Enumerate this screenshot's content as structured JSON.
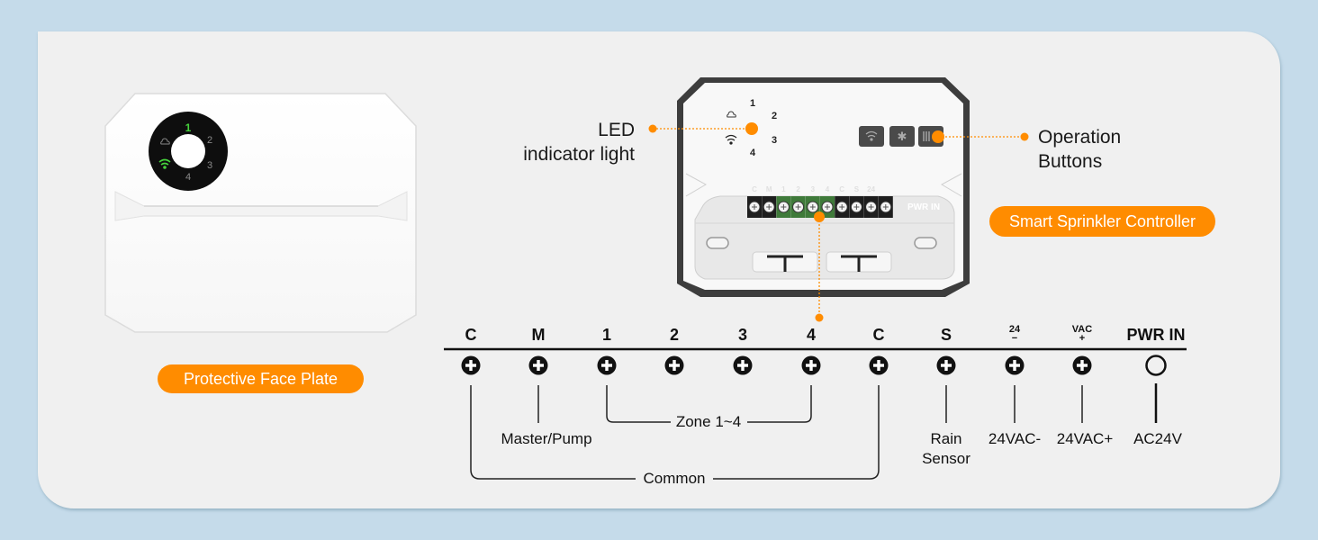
{
  "faceplate": {
    "label": "Protective Face Plate",
    "ring_numbers": [
      "1",
      "2",
      "3",
      "4"
    ],
    "active_color": "#46d23c"
  },
  "controller": {
    "label": "Smart Sprinkler Controller",
    "led_numbers": [
      "1",
      "2",
      "3",
      "4"
    ],
    "pwr_in_text": "PWR IN",
    "buttons": [
      {
        "name": "wifi-button",
        "icon": "wifi-icon"
      },
      {
        "name": "settings-button",
        "icon": "gear-icon"
      },
      {
        "name": "run-button",
        "icon": "play-skip-icon"
      }
    ]
  },
  "callouts": {
    "led_line1": "LED",
    "led_line2": "indicator light",
    "ops_line1": "Operation",
    "ops_line2": "Buttons"
  },
  "terminals": [
    {
      "label": "C",
      "sub": "",
      "type": "screw"
    },
    {
      "label": "M",
      "sub": "",
      "type": "screw"
    },
    {
      "label": "1",
      "sub": "",
      "type": "screw"
    },
    {
      "label": "2",
      "sub": "",
      "type": "screw"
    },
    {
      "label": "3",
      "sub": "",
      "type": "screw"
    },
    {
      "label": "4",
      "sub": "",
      "type": "screw"
    },
    {
      "label": "C",
      "sub": "",
      "type": "screw"
    },
    {
      "label": "S",
      "sub": "",
      "type": "screw"
    },
    {
      "label": "24",
      "sub": "−",
      "type": "screw"
    },
    {
      "label": "VAC",
      "sub": "+",
      "type": "screw"
    },
    {
      "label": "PWR IN",
      "sub": "",
      "type": "ring"
    }
  ],
  "wiring_labels": {
    "master": "Master/Pump",
    "zone": "Zone 1~4",
    "common": "Common",
    "rain_1": "Rain",
    "rain_2": "Sensor",
    "vac_minus": "24VAC-",
    "vac_plus": "24VAC+",
    "ac24v": "AC24V"
  },
  "colors": {
    "accent": "#ff8c00",
    "background": "#c5dbea",
    "card": "#f0f0f0",
    "device_dark": "#3a3a3a",
    "terminal_green": "#3f7a3a"
  }
}
